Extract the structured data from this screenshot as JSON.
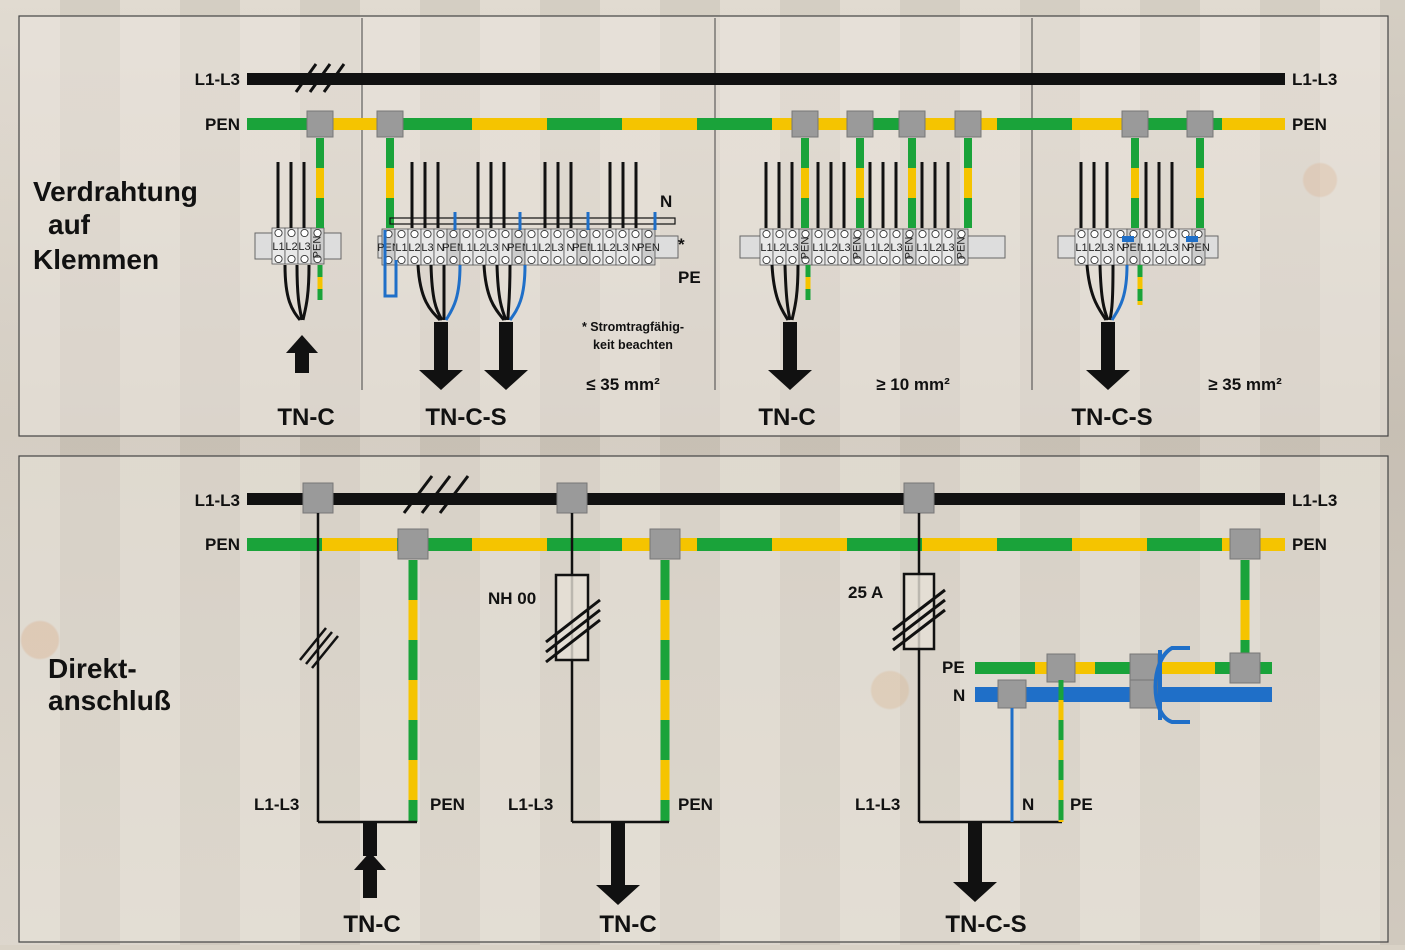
{
  "panel_top": {
    "section_title": [
      "Verdrahtung",
      "auf",
      "Klemmen"
    ],
    "bus_l": "L1-L3",
    "bus_pen": "PEN",
    "label_n": "N",
    "label_pe": "PE",
    "asterisk": "*",
    "note": [
      "* Stromtragfähig-",
      "keit beachten"
    ],
    "size_1": "≤ 35 mm²",
    "size_2": "≥ 10 mm²",
    "size_3": "≥ 35 mm²",
    "system_1": "TN-C",
    "system_2": "TN-C-S",
    "system_3": "TN-C",
    "system_4": "TN-C-S",
    "terminal_labels": {
      "l1": "L1",
      "l2": "L2",
      "l3": "L3",
      "n": "N",
      "pen": "PEN"
    }
  },
  "panel_bottom": {
    "section_title": [
      "Direkt-",
      "anschluß"
    ],
    "bus_l": "L1-L3",
    "bus_pen": "PEN",
    "fuse_1": "NH 00",
    "fuse_2": "25 A",
    "rail_pe": "PE",
    "rail_n": "N",
    "feeder_l": "L1-L3",
    "feeder_pen": "PEN",
    "feeder_n": "N",
    "feeder_pe": "PE",
    "system_1": "TN-C",
    "system_2": "TN-C",
    "system_3": "TN-C-S"
  },
  "colors": {
    "phase": "#111111",
    "green": "#1aa33a",
    "yellow": "#f5c400",
    "neutral": "#1f6fc8",
    "connector": "#9a9a9a"
  }
}
